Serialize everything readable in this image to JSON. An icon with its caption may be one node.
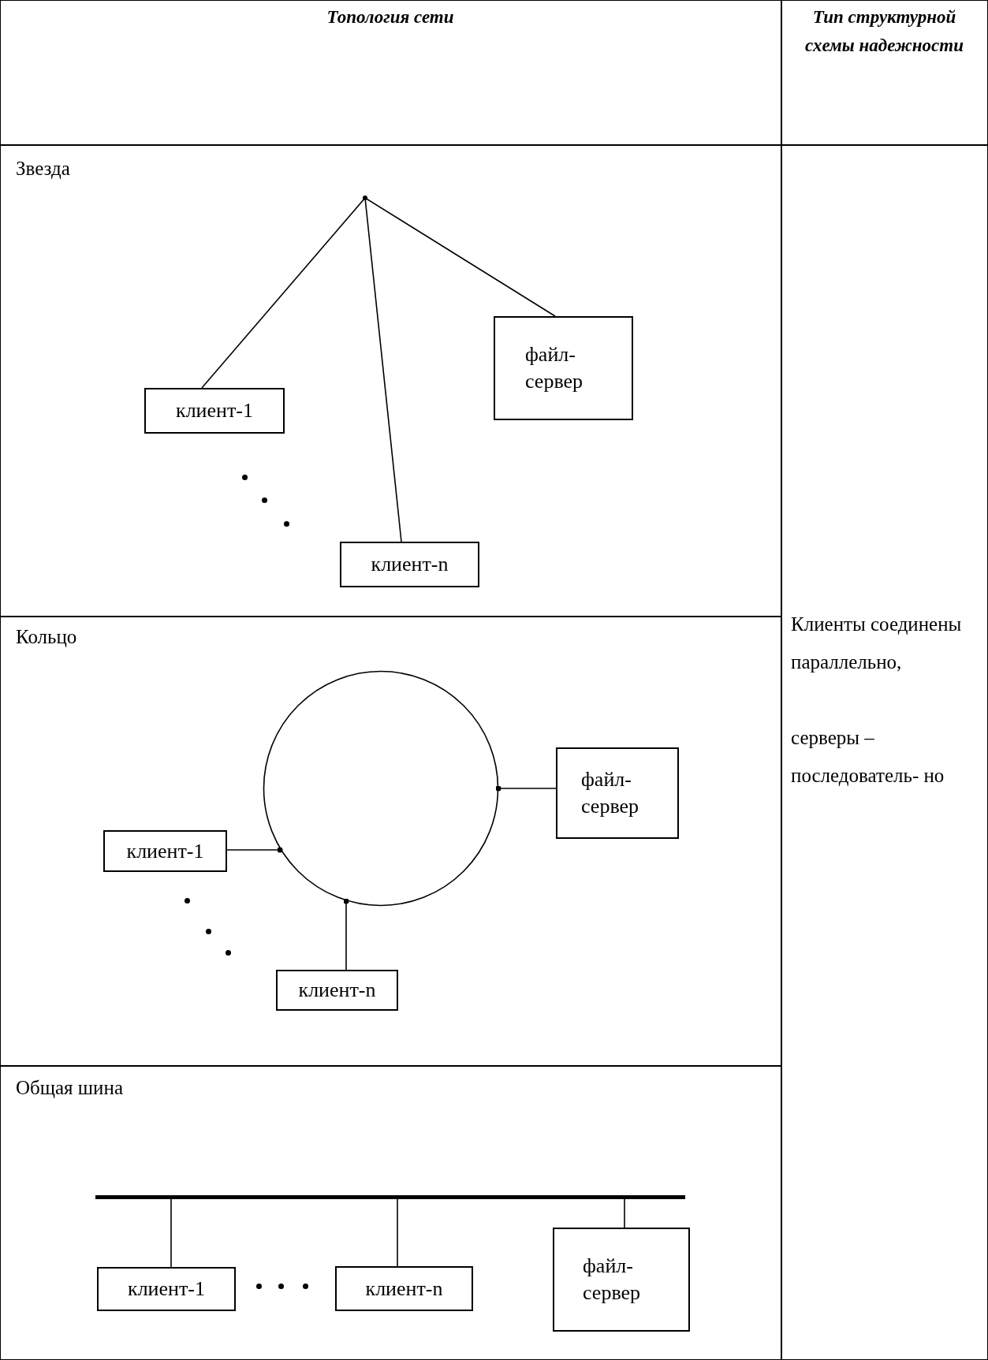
{
  "diagram": {
    "nodes": [
      {
        "text": [],
        "shape": "point"
      },
      {
        "text": [
          "клиент-1"
        ]
      },
      {
        "text": [
          "файл- сервер"
        ]
      },
      {
        "text": [
          "клиент-n"
        ]
      },
      {
        "text": [],
        "shape": "circle"
      },
      {
        "text": [
          "файл- сервер"
        ]
      },
      {
        "text": [
          "клиент-1"
        ]
      },
      {
        "text": [
          "клиент-n"
        ]
      },
      {
        "text": [],
        "shape": "bar"
      },
      {
        "text": [
          "клиент-1"
        ]
      },
      {
        "text": [
          "клиент-n"
        ]
      },
      {
        "text": [
          "файл- сервер"
        ]
      }
    ],
    "edges": [
      {
        "from": 0,
        "to": 1,
        "arrow": "none"
      },
      {
        "from": 0,
        "to": 3,
        "arrow": "none"
      },
      {
        "from": 0,
        "to": 2,
        "arrow": "none"
      },
      {
        "from": 4,
        "to": 5,
        "arrow": "other"
      },
      {
        "from": 4,
        "to": 6,
        "arrow": "other"
      },
      {
        "from": 4,
        "to": 7,
        "arrow": "other"
      },
      {
        "from": 8,
        "to": 9,
        "arrow": "none"
      },
      {
        "from": 8,
        "to": 10,
        "arrow": "none"
      },
      {
        "from": 8,
        "to": 11,
        "arrow": "none"
      }
    ],
    "labels": [
      "Топология сети",
      "Тип структурной схемы надежности",
      "Звезда",
      "Клиенты соединены параллельно,",
      "серверы – последователь- но",
      "Кольцо",
      "Общая шина"
    ]
  }
}
